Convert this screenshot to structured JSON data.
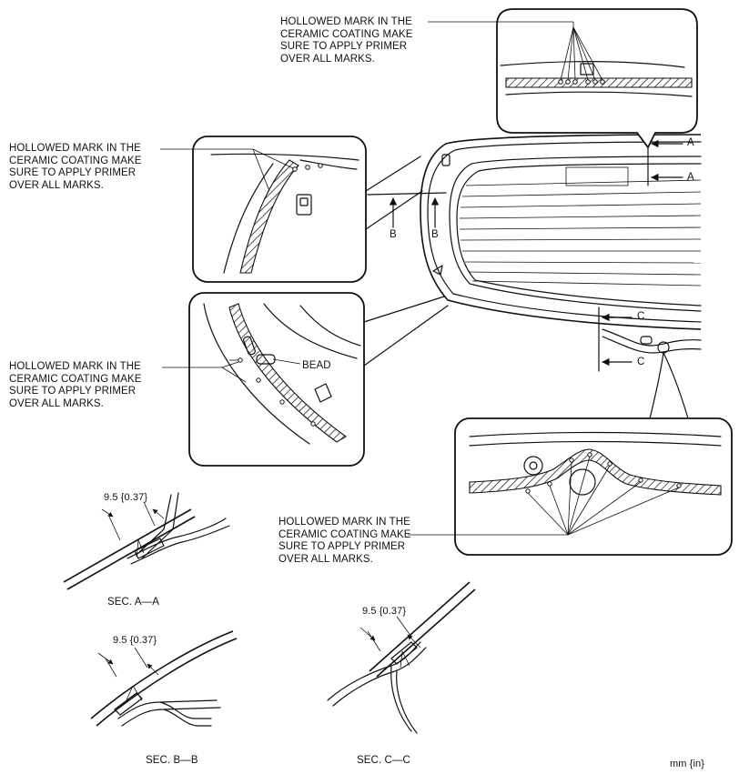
{
  "labels": {
    "hollowed_mark_line1": "HOLLOWED MARK IN THE",
    "hollowed_mark_line2": "CERAMIC COATING MAKE",
    "hollowed_mark_line3": "SURE TO APPLY PRIMER",
    "hollowed_mark_line4": "OVER ALL MARKS.",
    "bead": "BEAD",
    "section_a": "A",
    "section_b": "B",
    "section_c": "C",
    "sec_aa": "SEC. A—A",
    "sec_bb": "SEC. B—B",
    "sec_cc": "SEC. C—C",
    "dim_value": "9.5 {0.37}",
    "units": "mm {in}"
  }
}
